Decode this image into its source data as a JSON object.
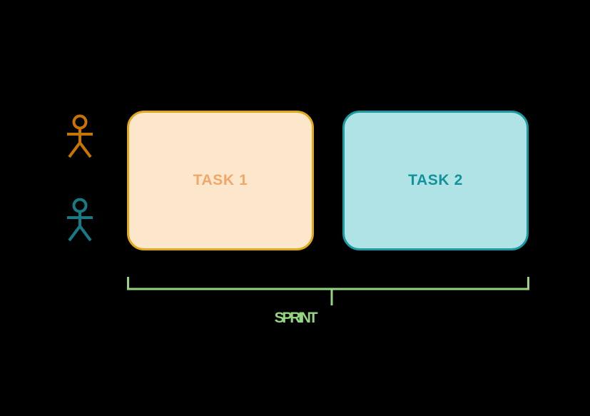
{
  "diagram": {
    "background_color": "#000000",
    "actors": [
      {
        "name": "actor-orange",
        "color": "#C77400",
        "label": ""
      },
      {
        "name": "actor-teal",
        "color": "#177B86",
        "label": ""
      }
    ],
    "tasks": [
      {
        "id": "task-1",
        "label": "TASK 1",
        "fill_color": "#FDE7CC",
        "border_color": "#E0A919",
        "text_color": "#F0A868"
      },
      {
        "id": "task-2",
        "label": "TASK 2",
        "fill_color": "#AFE3E5",
        "border_color": "#1A9AA3",
        "text_color": "#12939A"
      }
    ],
    "bracket": {
      "label": "SPRINT",
      "color": "#94D581",
      "stroke_width": 3
    }
  }
}
